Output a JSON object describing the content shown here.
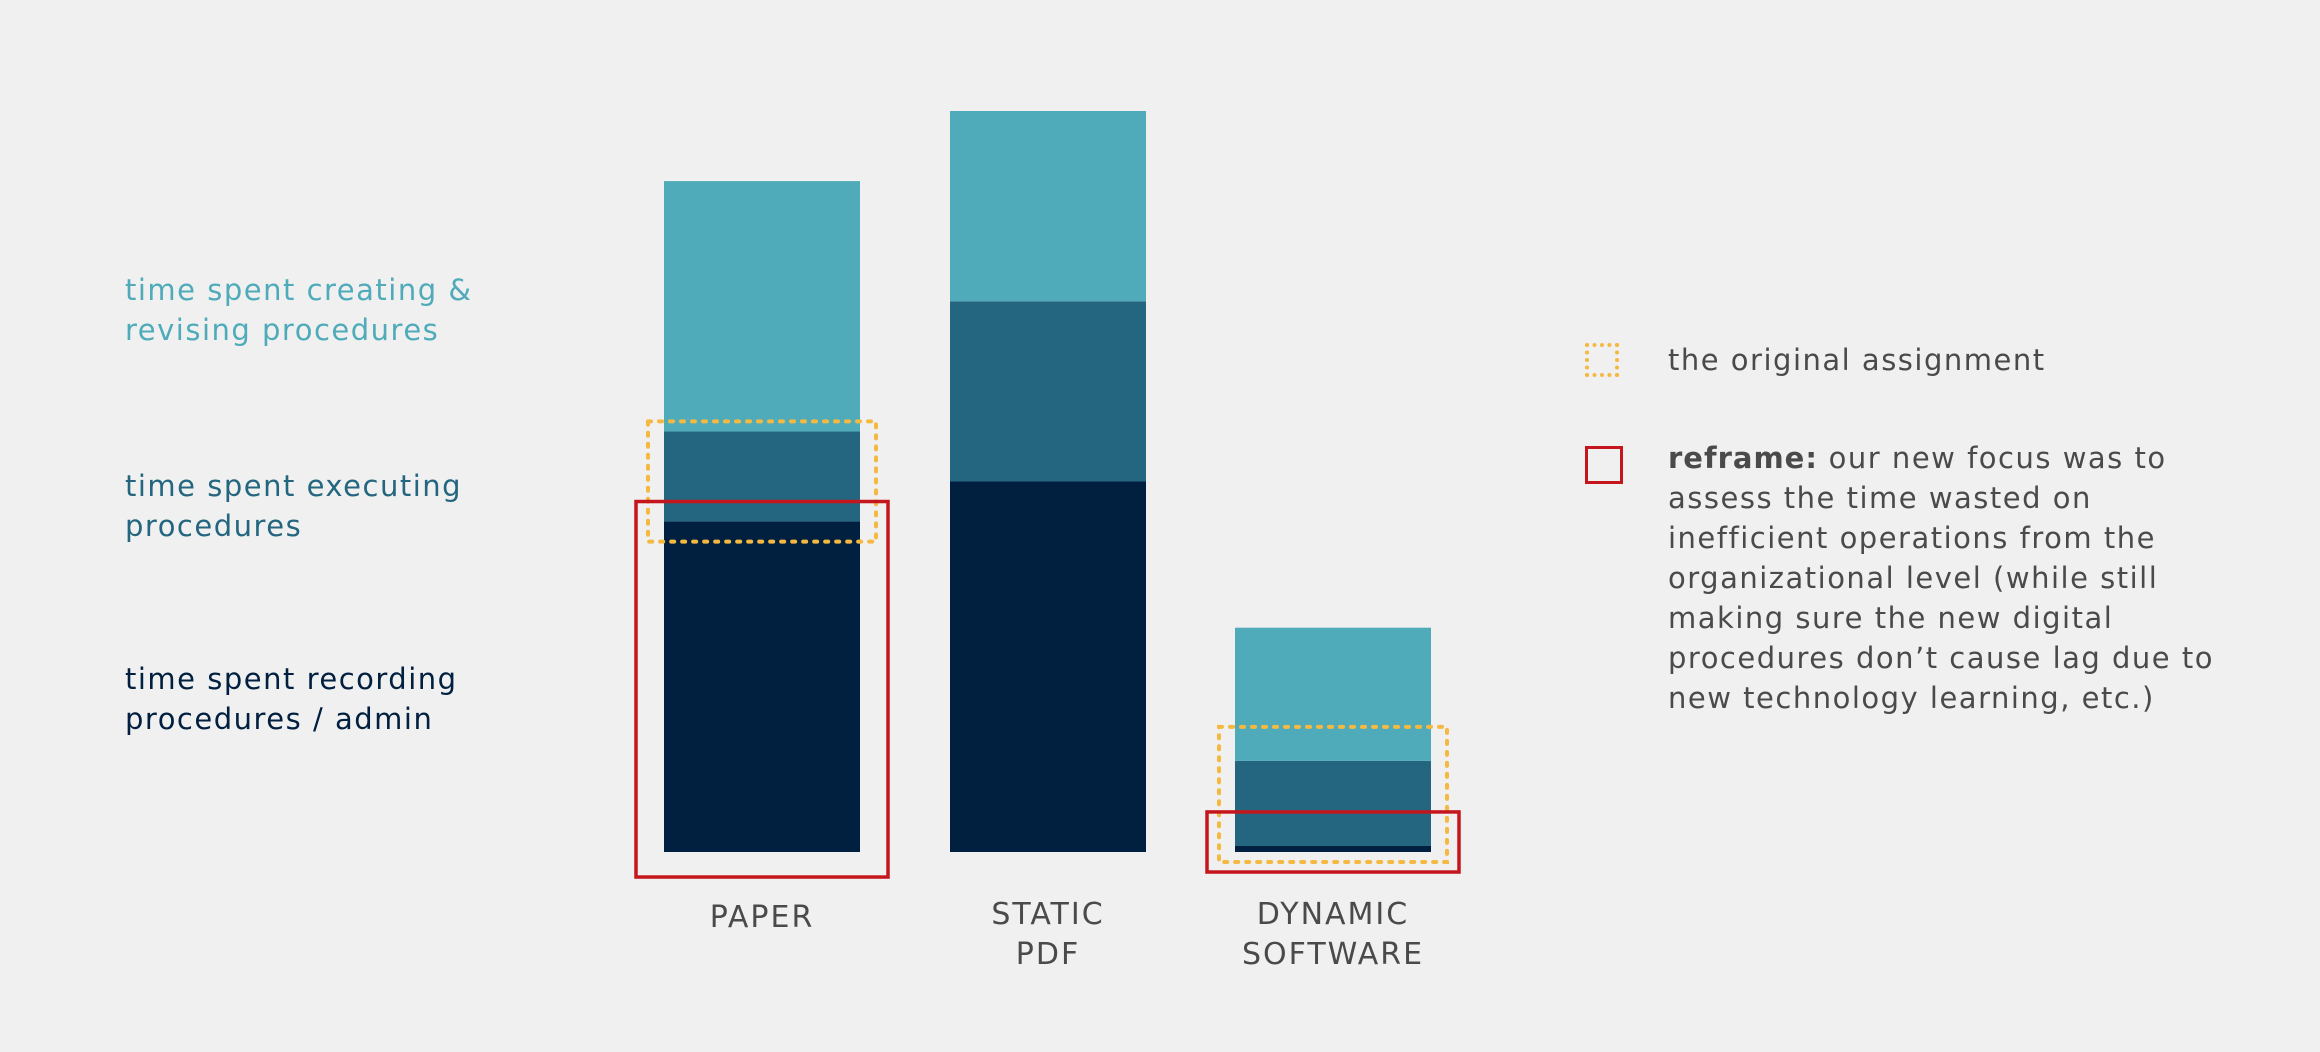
{
  "colors": {
    "creating": "#4fabba",
    "executing": "#24667f",
    "recording": "#012040",
    "original_assignment": "#f5b942",
    "reframe": "#c4161c",
    "category_text": "#4a4a4a"
  },
  "chart_data": {
    "type": "bar",
    "stacked": true,
    "categories": [
      "PAPER",
      "STATIC\nPDF",
      "DYNAMIC\nSOFTWARE"
    ],
    "series": [
      {
        "name": "time spent recording procedures / admin",
        "color_key": "recording",
        "values": [
          33,
          37,
          0.6
        ]
      },
      {
        "name": "time spent executing procedures",
        "color_key": "executing",
        "values": [
          9,
          18,
          8.5
        ]
      },
      {
        "name": "time spent creating & revising procedures",
        "color_key": "creating",
        "values": [
          25,
          19,
          13.3
        ]
      }
    ],
    "highlights": [
      {
        "legend": "original_assignment",
        "category_index": 0,
        "from": 31,
        "to": 43
      },
      {
        "legend": "reframe",
        "category_index": 0,
        "from": -2.5,
        "to": 35
      },
      {
        "legend": "original_assignment",
        "category_index": 2,
        "from": -1,
        "to": 12.5
      },
      {
        "legend": "reframe",
        "category_index": 2,
        "from": -2,
        "to": 4
      }
    ],
    "title": "",
    "xlabel": "",
    "ylabel": "",
    "ylim": [
      0,
      74
    ]
  },
  "series_labels": [
    {
      "line1": "time spent creating &",
      "line2": "revising procedures",
      "color_key": "creating"
    },
    {
      "line1": "time spent executing",
      "line2": "procedures",
      "color_key": "executing"
    },
    {
      "line1": "time spent recording",
      "line2": "procedures / admin",
      "color_key": "recording"
    }
  ],
  "legend": {
    "original_assignment": "the original assignment",
    "reframe_bold": "reframe:",
    "reframe_text": " our new focus was to assess the time wasted on inefficient operations from the organizational level (while still making sure the new digital procedures don’t cause lag due to new technology learning, etc.)"
  }
}
